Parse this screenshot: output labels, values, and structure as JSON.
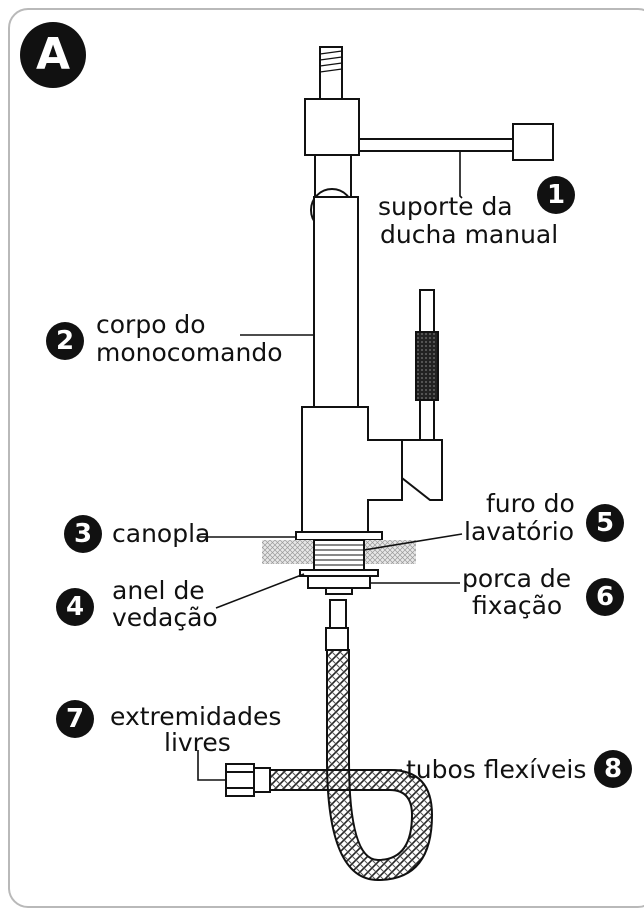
{
  "figure_badge": "A",
  "callouts": [
    {
      "number": "1",
      "text_lines": [
        "suporte da",
        "ducha manual"
      ]
    },
    {
      "number": "2",
      "text_lines": [
        "corpo do",
        "monocomando"
      ]
    },
    {
      "number": "3",
      "text_lines": [
        "canopla"
      ]
    },
    {
      "number": "4",
      "text_lines": [
        "anel de",
        "vedação"
      ]
    },
    {
      "number": "5",
      "text_lines": [
        "furo do",
        "lavatório"
      ]
    },
    {
      "number": "6",
      "text_lines": [
        "porca de",
        "fixação"
      ]
    },
    {
      "number": "7",
      "text_lines": [
        "extremidades",
        "livres"
      ]
    },
    {
      "number": "8",
      "text_lines": [
        "tubos flexíveis"
      ]
    }
  ]
}
